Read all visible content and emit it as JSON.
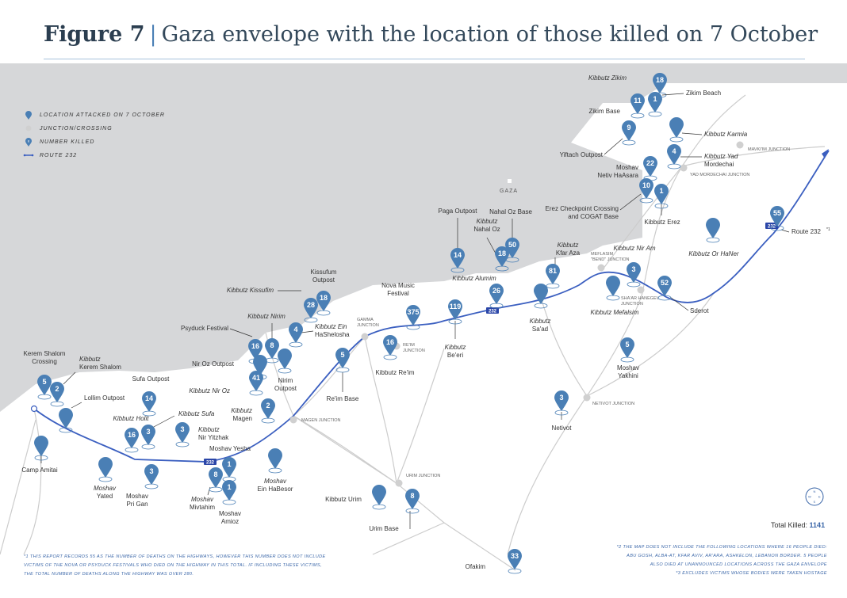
{
  "title": {
    "figure": "Figure 7",
    "text": "Gaza envelope with the location of those killed on 7 October"
  },
  "legend": [
    {
      "icon": "pin-icon",
      "label": "LOCATION ATTACKED ON 7 OCTOBER"
    },
    {
      "icon": "junction-dot-icon",
      "label": "JUNCTION/CROSSING"
    },
    {
      "icon": "numbered-pin-icon",
      "label": "NUMBER KILLED"
    },
    {
      "icon": "route-line-icon",
      "label": "ROUTE 232"
    }
  ],
  "gaza_label": "GAZA",
  "total": {
    "label": "Total Killed:",
    "value": "1141"
  },
  "route_shields": [
    "232",
    "232",
    "232"
  ],
  "locations": [
    {
      "name": "Kibbutz Zikim",
      "label_parts": [
        "Kibbutz Zikim"
      ],
      "killed": "18"
    },
    {
      "name": "Zikim Beach",
      "label_parts": [
        "Zikim Beach"
      ],
      "killed": "1"
    },
    {
      "name": "Zikim Base",
      "label_parts": [
        "Zikim Base"
      ],
      "killed": "11"
    },
    {
      "name": "Kibbutz Karmia",
      "label_parts": [
        "Kibbutz Karmia"
      ],
      "killed": ""
    },
    {
      "name": "Yiftach Outpost",
      "label_parts": [
        "Yiftach Outpost"
      ],
      "killed": "9"
    },
    {
      "name": "Kibbutz Yad Mordechai",
      "label_parts": [
        "Kibbutz Yad",
        "Mordechai"
      ],
      "killed": "4"
    },
    {
      "name": "Moshav Netiv HaAsara",
      "label_parts": [
        "Moshav",
        "Netiv HaAsara"
      ],
      "killed": "22"
    },
    {
      "name": "Erez Checkpoint Crossing and COGAT Base",
      "label_parts": [
        "Erez Checkpoint Crossing",
        "and COGAT Base"
      ],
      "killed": "10"
    },
    {
      "name": "Kibbutz Erez",
      "label_parts": [
        "Kibbutz Erez"
      ],
      "killed": "1"
    },
    {
      "name": "Route 232",
      "label_parts": [
        "Route 232",
        "*1"
      ],
      "killed": "55"
    },
    {
      "name": "Kibbutz Or HaNer",
      "label_parts": [
        "Kibbutz Or HaNer"
      ],
      "killed": ""
    },
    {
      "name": "Paga Outpost",
      "label_parts": [
        "Paga Outpost"
      ],
      "killed": "14"
    },
    {
      "name": "Nahal Oz Base",
      "label_parts": [
        "Nahal Oz Base"
      ],
      "killed": "50"
    },
    {
      "name": "Kibbutz Nahal Oz",
      "label_parts": [
        "Kibbutz",
        "Nahal Oz"
      ],
      "killed": "18"
    },
    {
      "name": "Kibbutz Kfar Aza",
      "label_parts": [
        "Kibbutz",
        "Kfar Aza"
      ],
      "killed": "81"
    },
    {
      "name": "Kibbutz Nir Am",
      "label_parts": [
        "Kibbutz Nir Am"
      ],
      "killed": "3"
    },
    {
      "name": "Kibbutz Alumim",
      "label_parts": [
        "Kibbutz Alumim"
      ],
      "killed": "26"
    },
    {
      "name": "Kibbutz Sa'ad",
      "label_parts": [
        "Kibbutz",
        "Sa'ad"
      ],
      "killed": ""
    },
    {
      "name": "Kibbutz Mefalsim",
      "label_parts": [
        "Kibbutz Mefalsim"
      ],
      "killed": ""
    },
    {
      "name": "Sderot",
      "label_parts": [
        "Sderot"
      ],
      "killed": "52"
    },
    {
      "name": "Nova Music Festival",
      "label_parts": [
        "Nova Music",
        "Festival"
      ],
      "killed": "375"
    },
    {
      "name": "Kibbutz Be'eri",
      "label_parts": [
        "Kibbutz",
        "Be'eri"
      ],
      "killed": "119"
    },
    {
      "name": "Kissufim Outpost",
      "label_parts": [
        "Kissufum",
        "Outpost"
      ],
      "killed": "18"
    },
    {
      "name": "Kibbutz Kissufim",
      "label_parts": [
        "Kibbutz Kissufim"
      ],
      "killed": "28"
    },
    {
      "name": "Kibbutz Nirim",
      "label_parts": [
        "Kibbutz Nirim"
      ],
      "killed": "8"
    },
    {
      "name": "Kibbutz Ein HaShelosha",
      "label_parts": [
        "Kibbutz Ein",
        "HaShelosha"
      ],
      "killed": "4"
    },
    {
      "name": "Psyduck Festival",
      "label_parts": [
        "Psyduck Festival"
      ],
      "killed": "16"
    },
    {
      "name": "Kibbutz Re'im",
      "label_parts": [
        "Kibbutz Re'im"
      ],
      "killed": "16"
    },
    {
      "name": "Re'im Base",
      "label_parts": [
        "Re'im Base"
      ],
      "killed": "5"
    },
    {
      "name": "Nir Oz Outpost",
      "label_parts": [
        "Nir Oz Outpost"
      ],
      "killed": ""
    },
    {
      "name": "Nirim Outpost",
      "label_parts": [
        "Nirim",
        "Outpost"
      ],
      "killed": ""
    },
    {
      "name": "Kibbutz Nir Oz",
      "label_parts": [
        "Kibbutz Nir Oz"
      ],
      "killed": "41"
    },
    {
      "name": "Moshav Yakhini",
      "label_parts": [
        "Moshav",
        "Yakhini"
      ],
      "killed": "5"
    },
    {
      "name": "Kerem Shalom Crossing",
      "label_parts": [
        "Kerem Shalom",
        "Crossing"
      ],
      "killed": "5"
    },
    {
      "name": "Kibbutz Kerem Shalom",
      "label_parts": [
        "Kibbutz",
        "Kerem Shalom"
      ],
      "killed": "2"
    },
    {
      "name": "Lollim Outpost",
      "label_parts": [
        "Lollim Outpost"
      ],
      "killed": ""
    },
    {
      "name": "Sufa Outpost",
      "label_parts": [
        "Sufa Outpost"
      ],
      "killed": "14"
    },
    {
      "name": "Kibbutz Holit",
      "label_parts": [
        "Kibbutz Holit"
      ],
      "killed": "16"
    },
    {
      "name": "Kibbutz Sufa",
      "label_parts": [
        "Kibbutz Sufa"
      ],
      "killed": "3"
    },
    {
      "name": "Kibbutz Nir Yitzhak",
      "label_parts": [
        "Kibbutz",
        "Nir Yitzhak"
      ],
      "killed": "3"
    },
    {
      "name": "Kibbutz Magen",
      "label_parts": [
        "Kibbutz",
        "Magen"
      ],
      "killed": "2"
    },
    {
      "name": "Netivot",
      "label_parts": [
        "Netivot"
      ],
      "killed": "3"
    },
    {
      "name": "Camp Amitai",
      "label_parts": [
        "Camp Amitai"
      ],
      "killed": ""
    },
    {
      "name": "Moshav Yated",
      "label_parts": [
        "Moshav",
        "Yated"
      ],
      "killed": ""
    },
    {
      "name": "Moshav Pri Gan",
      "label_parts": [
        "Moshav",
        "Pri Gan"
      ],
      "killed": "3"
    },
    {
      "name": "Moshav Yesha",
      "label_parts": [
        "Moshav Yesha"
      ],
      "killed": "1"
    },
    {
      "name": "Moshav Mivtahim",
      "label_parts": [
        "Moshav",
        "Mivtahim"
      ],
      "killed": "8"
    },
    {
      "name": "Moshav Amioz",
      "label_parts": [
        "Moshav",
        "Amioz"
      ],
      "killed": "1"
    },
    {
      "name": "Moshav Ein HaBesor",
      "label_parts": [
        "Moshav",
        "Ein HaBesor"
      ],
      "killed": ""
    },
    {
      "name": "Kibbutz Urim",
      "label_parts": [
        "Kibbutz Urim"
      ],
      "killed": ""
    },
    {
      "name": "Urim Base",
      "label_parts": [
        "Urim Base"
      ],
      "killed": "8"
    },
    {
      "name": "Ofakim",
      "label_parts": [
        "Ofakim"
      ],
      "killed": "33"
    }
  ],
  "junctions": [
    {
      "name": "MAVKI'IM JUNCTION",
      "label_parts": [
        "MAVKI'IM JUNCTION"
      ]
    },
    {
      "name": "YAD MORDECHAI JUNCTION",
      "label_parts": [
        "YAD MORDECHAI JUNCTION"
      ]
    },
    {
      "name": "MEFLASIM \"BEND\" JUNCTION",
      "label_parts": [
        "MEFLASIM",
        "\"BEND\" JUNCTION"
      ]
    },
    {
      "name": "SHA'AR HANEGEV JUNCTION",
      "label_parts": [
        "SHA'AR HANEGEV",
        "JUNCTION"
      ]
    },
    {
      "name": "GAMMA JUNCTION",
      "label_parts": [
        "GAMMA",
        "JUNCTION"
      ]
    },
    {
      "name": "RE'IM JUNCTION",
      "label_parts": [
        "RE'IM",
        "JUNCTION"
      ]
    },
    {
      "name": "MAGEN JUNCTION",
      "label_parts": [
        "MAGEN JUNCTION"
      ]
    },
    {
      "name": "NETIVOT JUNCTION",
      "label_parts": [
        "NETIVOT JUNCTION"
      ]
    },
    {
      "name": "URIM JUNCTION",
      "label_parts": [
        "URIM JUNCTION"
      ]
    }
  ],
  "footnotes": {
    "left": [
      "*1 THIS REPORT RECORDS 55 AS THE NUMBER OF DEATHS ON THE HIGHWAYS, HOWEVER THIS NUMBER DOES NOT INCLUDE",
      "VICTIMS OF THE NOVA OR PSYDUCK FESTIVALS WHO DIED ON THE HIGHWAY IN THIS TOTAL. IF INCLUDING THESE VICTIMS,",
      "THE TOTAL NUMBER OF DEATHS ALONG THE HIGHWAY WAS OVER 280."
    ],
    "right": [
      "*2 THE MAP DOES NOT INCLUDE THE FOLLOWING LOCATIONS WHERE 16 PEOPLE DIED:",
      "ABU GOSH, ALBA-AT, KFAR AVIV, AR'ARA, ASHKELON, LEBANON BORDER. 5 PEOPLE",
      "ALSO DIED AT UNANNOUNCED LOCATIONS ACROSS THE GAZA ENVELOPE",
      "*3 EXCLUDES VICTIMS WHOSE BODIES WERE TAKEN HOSTAGE"
    ]
  },
  "colors": {
    "pin": "#4a7fb5",
    "route": "#3b5fc0",
    "gaza": "#d6d7d9",
    "road": "#c8c8c8",
    "title": "#2b3e50",
    "accent": "#3a66a8"
  }
}
